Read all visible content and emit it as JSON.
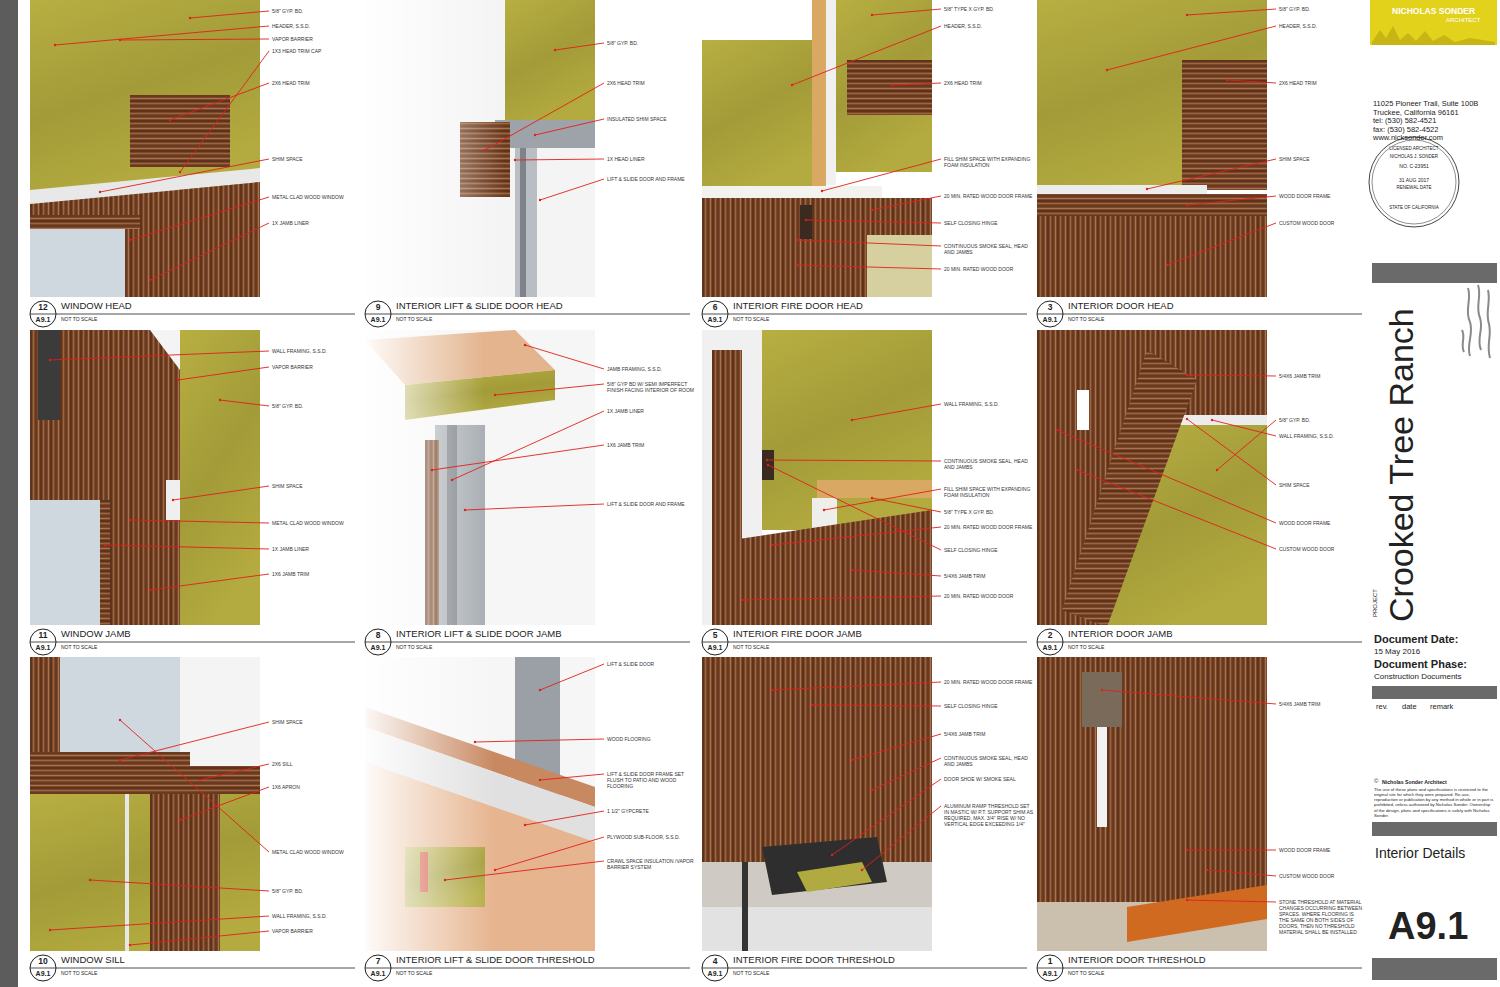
{
  "diagram": {
    "labels": [
      "5/8\" GYP. BD.",
      "HEADER, S.S.D.",
      "VAPOR BARRIER",
      "1X3 HEAD TRIM CAP",
      "2X6 HEAD TRIM",
      "SHIM SPACE",
      "METAL CLAD WOOD WINDOW",
      "1X JAMB LINER",
      "12",
      "A9.1",
      "WINDOW HEAD",
      "NOT TO SCALE",
      "5/8\" GYP. BD.",
      "2X6 HEAD TRIM",
      "INSULATED SHIM SPACE",
      "1X HEAD LINER",
      "LIFT & SLIDE DOOR AND FRAME",
      "9",
      "A9.1",
      "INTERIOR LIFT & SLIDE DOOR HEAD",
      "NOT TO SCALE",
      "5/8\" TYPE X GYP. BD.",
      "HEADER, S.S.D.",
      "2X6 HEAD TRIM",
      "FILL SHIM SPACE WITH EXPANDING FOAM INSULATION",
      "20 MIN. RATED WOOD DOOR FRAME",
      "SELF CLOSING HINGE",
      "CONTINUOUS SMOKE SEAL, HEAD AND JAMBS",
      "20 MIN. RATED WOOD DOOR",
      "6",
      "A9.1",
      "INTERIOR FIRE DOOR HEAD",
      "NOT TO SCALE",
      "5/8\" GYP. BD.",
      "HEADER, S.S.D.",
      "2X6 HEAD TRIM",
      "SHIM SPACE",
      "WOOD DOOR FRAME",
      "CUSTOM WOOD DOOR",
      "3",
      "A9.1",
      "INTERIOR DOOR HEAD",
      "NOT TO SCALE",
      "WALL FRAMING, S.S.D.",
      "VAPOR BARRIER",
      "5/8\" GYP. BD.",
      "SHIM SPACE",
      "METAL CLAD WOOD WINDOW",
      "1X JAMB LINER",
      "1X6 JAMB TRIM",
      "11",
      "A9.1",
      "WINDOW JAMB",
      "NOT TO SCALE",
      "JAMB FRAMING, S.S.D.",
      "5/8\" GYP BD W/ SEMI IMPERFECT FINISH FACING INTERIOR OF ROOM",
      "1X JAMB LINER",
      "1X6 JAMB TRIM",
      "LIFT & SLIDE DOOR AND FRAME",
      "8",
      "A9.1",
      "INTERIOR LIFT & SLIDE DOOR JAMB",
      "NOT TO SCALE",
      "WALL FRAMING, S.S.D.",
      "CONTINUOUS SMOKE SEAL, HEAD AND JAMBS",
      "FILL SHIM SPACE WITH EXPANDING FOAM INSULATION",
      "5/8\" TYPE X GYP. BD.",
      "20 MIN. RATED WOOD DOOR FRAME",
      "SELF CLOSING HINGE",
      "5/4X6 JAMB TRIM",
      "20 MIN. RATED WOOD DOOR",
      "5",
      "A9.1",
      "INTERIOR FIRE DOOR JAMB",
      "NOT TO SCALE",
      "5/4X6 JAMB TRIM",
      "5/8\" GYP. BD.",
      "WALL FRAMING, S.S.D.",
      "SHIM SPACE",
      "WOOD DOOR FRAME",
      "CUSTOM WOOD DOOR",
      "2",
      "A9.1",
      "INTERIOR DOOR JAMB",
      "NOT TO SCALE",
      "SHIM SPACE",
      "2X6 SILL",
      "1X6 APRON",
      "METAL CLAD WOOD WINDOW",
      "5/8\" GYP. BD.",
      "WALL FRAMING, S.S.D.",
      "VAPOR BARRIER",
      "10",
      "A9.1",
      "WINDOW SILL",
      "NOT TO SCALE",
      "LIFT & SLIDE DOOR",
      "WOOD FLOORING",
      "LIFT & SLIDE DOOR FRAME SET FLUSH TO PATIO AND WOOD FLOORING",
      "1 1/2\" GYPCRETE",
      "PLYWOOD SUB-FLOOR, S.S.D.",
      "CRAWL SPACE INSULATION /VAPOR BARRIER SYSTEM",
      "7",
      "A9.1",
      "INTERIOR LIFT & SLIDE DOOR THRESHOLD",
      "NOT TO SCALE",
      "20 MIN. RATED WOOD DOOR FRAME",
      "SELF CLOSING HINGE",
      "5/4X6 JAMB TRIM",
      "CONTINUOUS SMOKE SEAL, HEAD AND JAMBS",
      "DOOR SHOE W/ SMOKE SEAL",
      "ALUMINUM RAMP THRESHOLD SET IN MASTIC W/ P.T. SUPPORT SHIM AS REQUIRED, MAX. 3/4\" RISE W/ NO VERTICAL EDGE EXCEEDING 1/4\"",
      "4",
      "A9.1",
      "INTERIOR FIRE DOOR THRESHOLD",
      "NOT TO SCALE",
      "5/4X6 JAMB TRIM",
      "WOOD DOOR FRAME",
      "CUSTOM WOOD DOOR",
      "STONE THRESHOLD AT MATERIAL CHANGES OCCURRING BETWEEN SPACES. WHERE FLOORING IS THE SAME ON BOTH SIDES OF DOORS, THEN NO THRESHOLD MATERIAL SHALL BE INSTALLED",
      "1",
      "A9.1",
      "INTERIOR DOOR THRESHOLD",
      "NOT TO SCALE",
      "NICHOLAS SONDER",
      "ARCHITECT",
      "11025 Pioneer Trail, Suite 100B",
      "Truckee, California 96161",
      "tel: (530) 582-4521",
      "fax: (530) 582-4522",
      "www.nicksonder.com",
      "LICENSED ARCHITECT",
      "NICHOLAS J. SONDER",
      "NO. C-23951",
      "31 AUG 2017",
      "RENEWAL DATE",
      "STATE OF CALIFORNIA",
      "PROJECT",
      "Crooked Tree Ranch",
      "Document Date:",
      "15 May 2016",
      "Document Phase:",
      "Construction Documents",
      "rev.",
      "date",
      "remark",
      "©",
      "Nicholas Sonder Architect",
      "The use of these plans and specifications is restricted to the original site for which they were prepared. Re-use, reproduction or publication by any method in whole or in part is prohibited, unless authorized by Nicholas Sonder. Ownership of the design, plans and specifications is solely with Nicholas Sonder.",
      "Interior Details",
      "A9.1"
    ]
  }
}
